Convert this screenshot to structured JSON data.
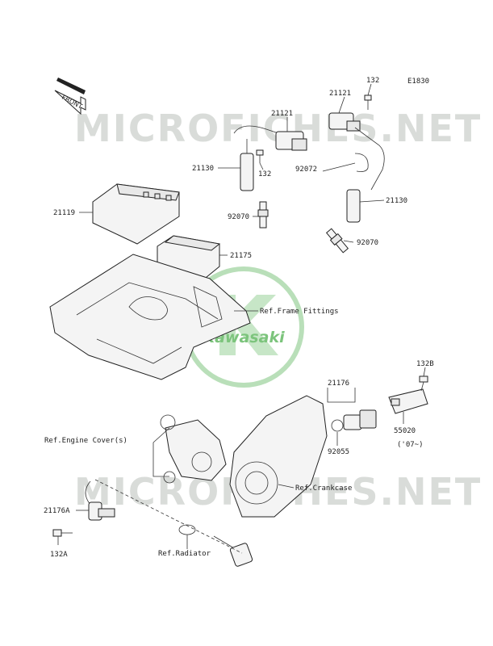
{
  "diagram_code": "E1830",
  "front_arrow_text": "FRONT",
  "watermark_text": "MICROFICHES.NET",
  "logo_text": "Kawasaki",
  "labels": {
    "p132_top": "132",
    "p21121_top": "21121",
    "p21121_left": "21121",
    "p21130_left": "21130",
    "p132_mid": "132",
    "p92072": "92072",
    "p21130_right": "21130",
    "p92070_left": "92070",
    "p92070_right": "92070",
    "p21119": "21119",
    "p21175": "21175",
    "ref_frame": "Ref.Frame Fittings",
    "p132B": "132B",
    "p21176": "21176",
    "p55020": "55020",
    "p07": "('07~)",
    "p92055": "92055",
    "ref_engine": "Ref.Engine Cover(s)",
    "ref_crankcase": "Ref.Crankcase",
    "p21176A": "21176A",
    "p132A": "132A",
    "ref_radiator": "Ref.Radiator"
  }
}
